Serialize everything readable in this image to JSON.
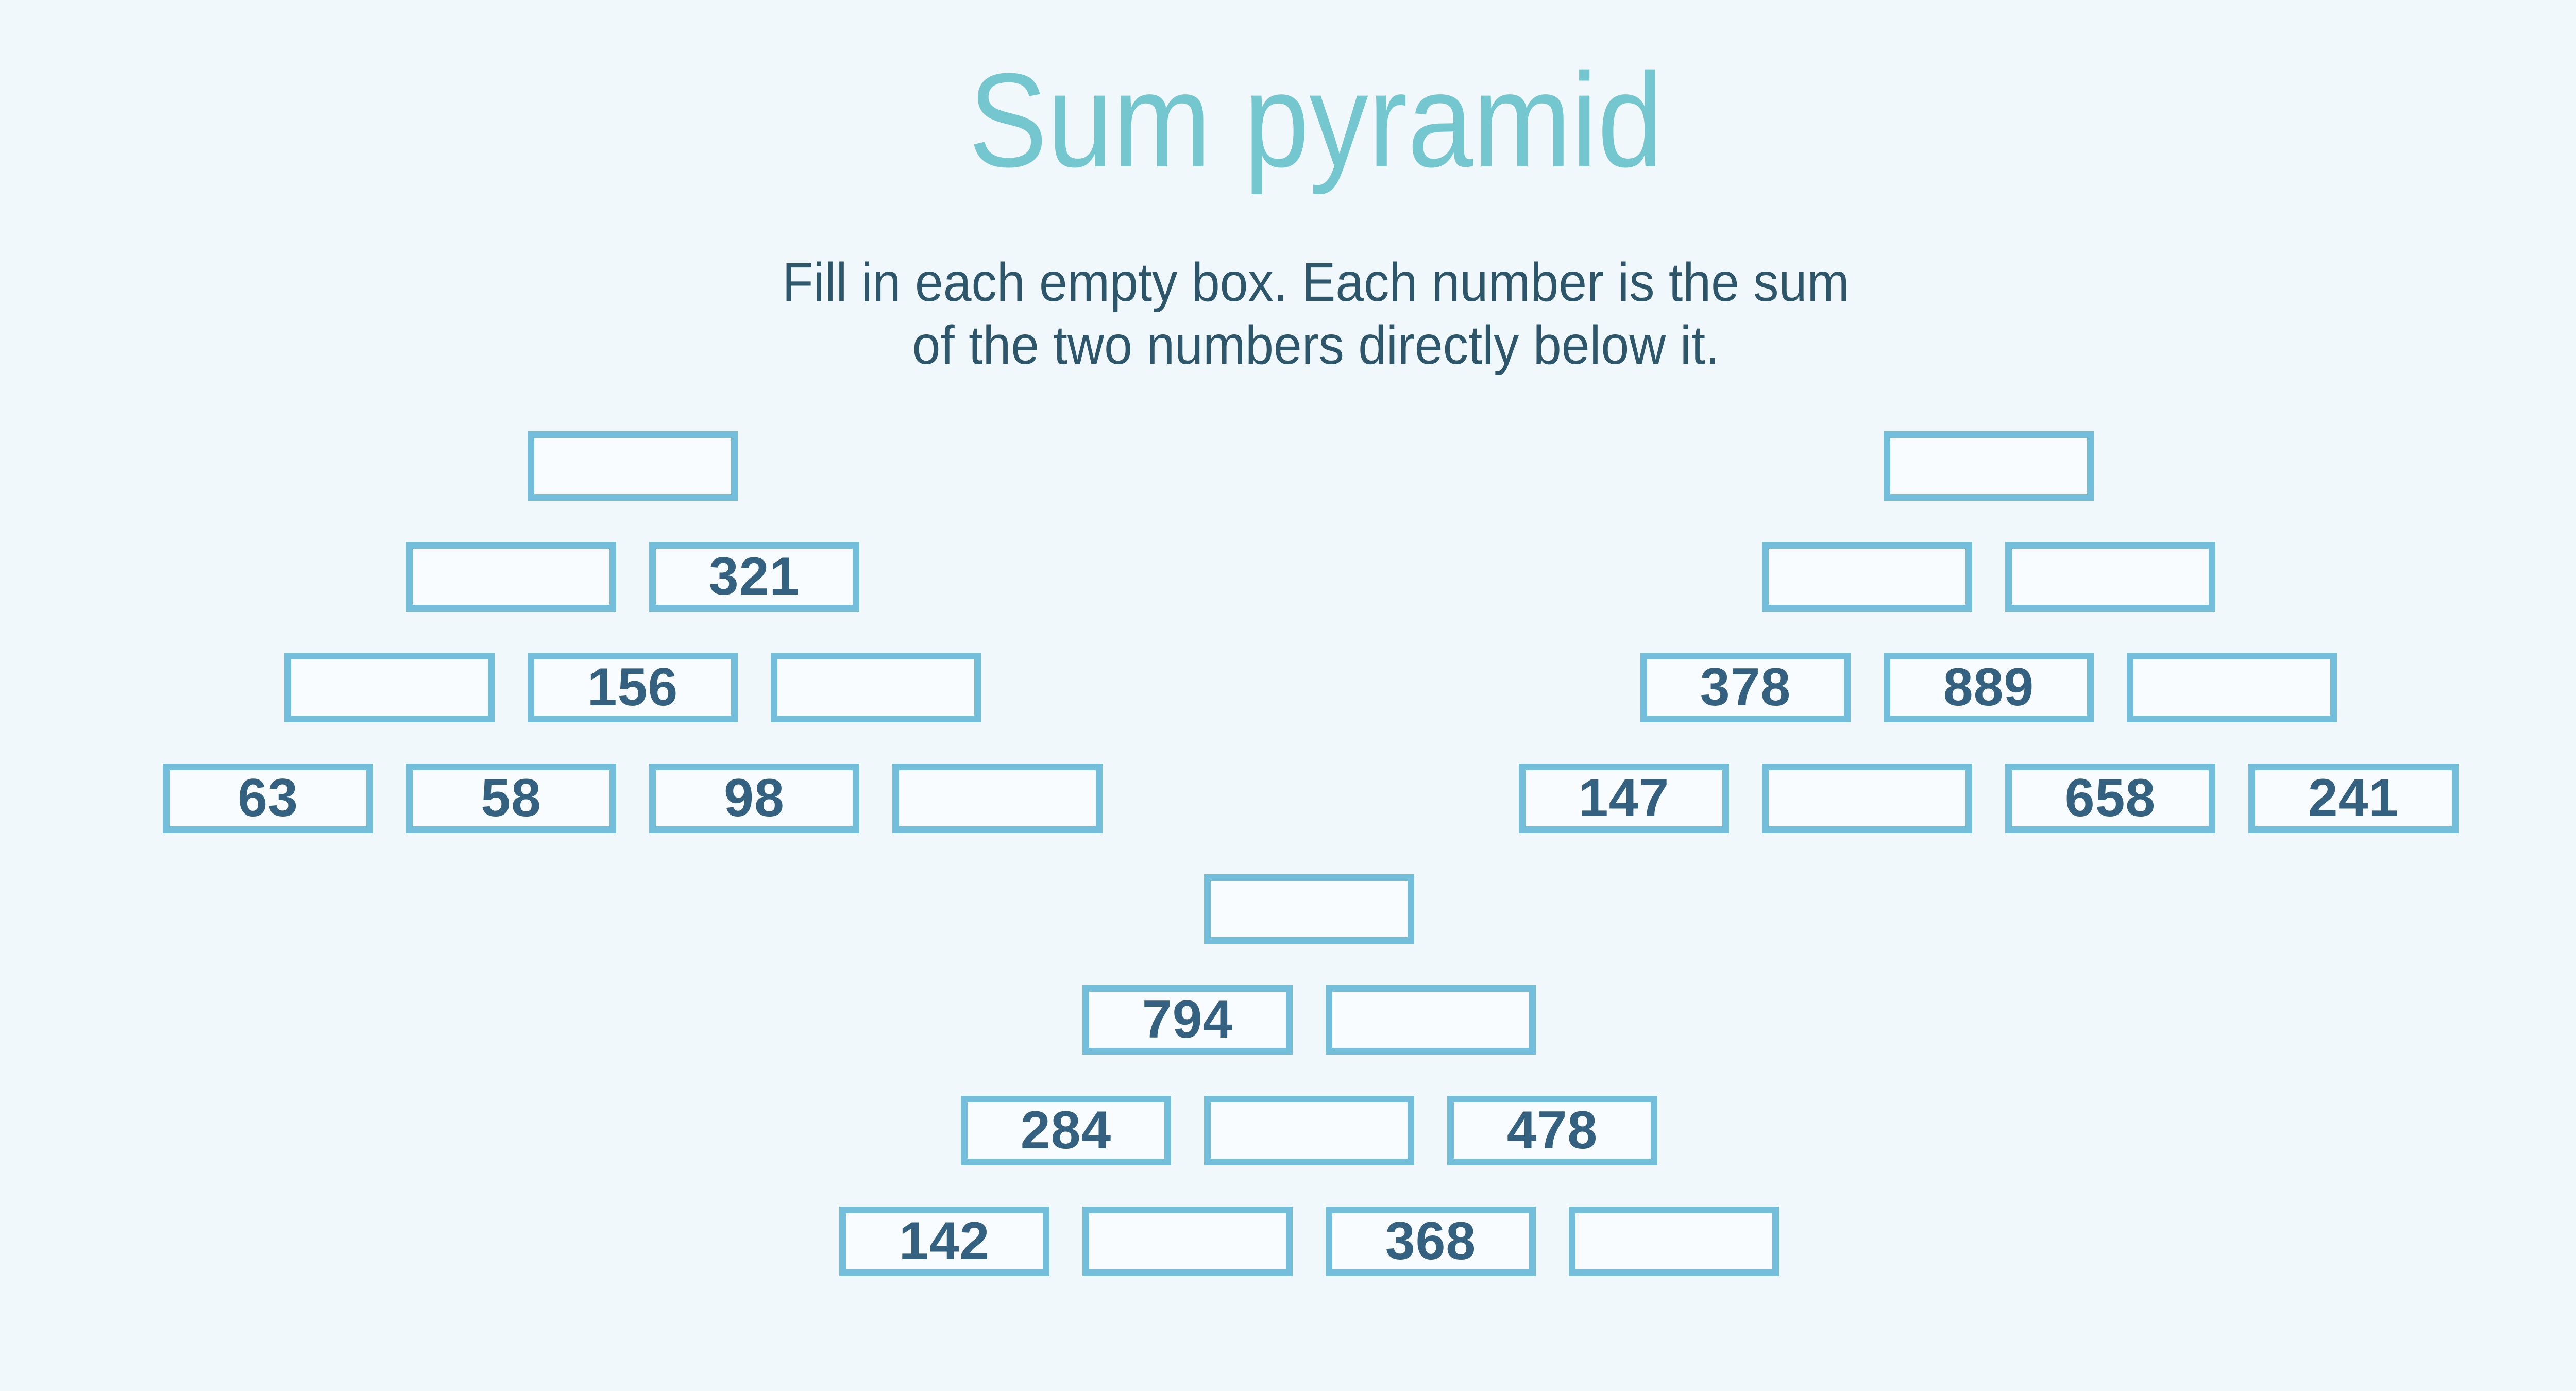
{
  "title": "Sum pyramid",
  "subtitle": [
    "Fill in each empty box. Each number is the sum",
    "of the two numbers directly below it."
  ],
  "colors": {
    "background": "#f1f8fb",
    "box_fill": "#f8fcfe",
    "box_border": "#72bedb",
    "title": "#74c6cf",
    "subtitle": "#2d566b",
    "number": "#33617f"
  },
  "pyramids": {
    "left": {
      "rows": [
        [
          ""
        ],
        [
          "",
          "321"
        ],
        [
          "",
          "156",
          ""
        ],
        [
          "63",
          "58",
          "98",
          ""
        ]
      ]
    },
    "right": {
      "rows": [
        [
          ""
        ],
        [
          "",
          ""
        ],
        [
          "378",
          "889",
          ""
        ],
        [
          "147",
          "",
          "658",
          "241"
        ]
      ]
    },
    "center": {
      "rows": [
        [
          ""
        ],
        [
          "794",
          ""
        ],
        [
          "284",
          "",
          "478"
        ],
        [
          "142",
          "",
          "368",
          ""
        ]
      ]
    }
  }
}
